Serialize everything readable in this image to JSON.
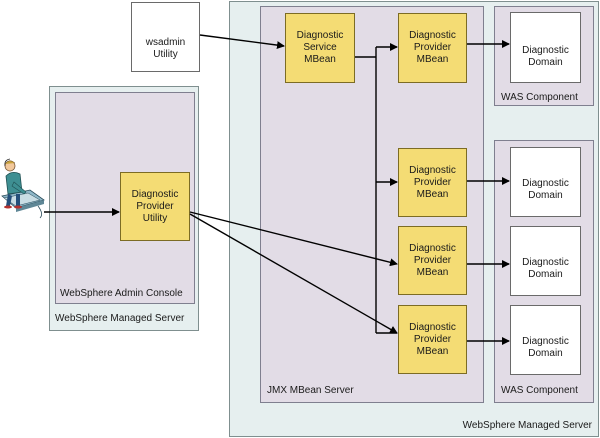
{
  "wsadmin": {
    "label": "wsadmin\nUtility"
  },
  "left_server": {
    "label": "WebSphere Managed Server",
    "console_label": "WebSphere Admin Console"
  },
  "right_server": {
    "label": "WebSphere Managed Server"
  },
  "jmx": {
    "label": "JMX MBean Server"
  },
  "diag_service": {
    "label": "Diagnostic\nService\nMBean"
  },
  "diag_provider_utility": {
    "label": "Diagnostic\nProvider\nUtility"
  },
  "provider_mbeans": [
    {
      "label": "Diagnostic\nProvider\nMBean"
    },
    {
      "label": "Diagnostic\nProvider\nMBean"
    },
    {
      "label": "Diagnostic\nProvider\nMBean"
    },
    {
      "label": "Diagnostic\nProvider\nMBean"
    }
  ],
  "domains": [
    {
      "label": "Diagnostic\nDomain"
    },
    {
      "label": "Diagnostic\nDomain"
    },
    {
      "label": "Diagnostic\nDomain"
    },
    {
      "label": "Diagnostic\nDomain"
    }
  ],
  "was_components": [
    {
      "label": "WAS Component"
    },
    {
      "label": "WAS Component"
    }
  ],
  "colors": {
    "yellow": "#f4dc74",
    "purple": "#e2dce6",
    "teal": "#e6efef"
  },
  "icons": {
    "user": "user-at-computer-icon"
  }
}
